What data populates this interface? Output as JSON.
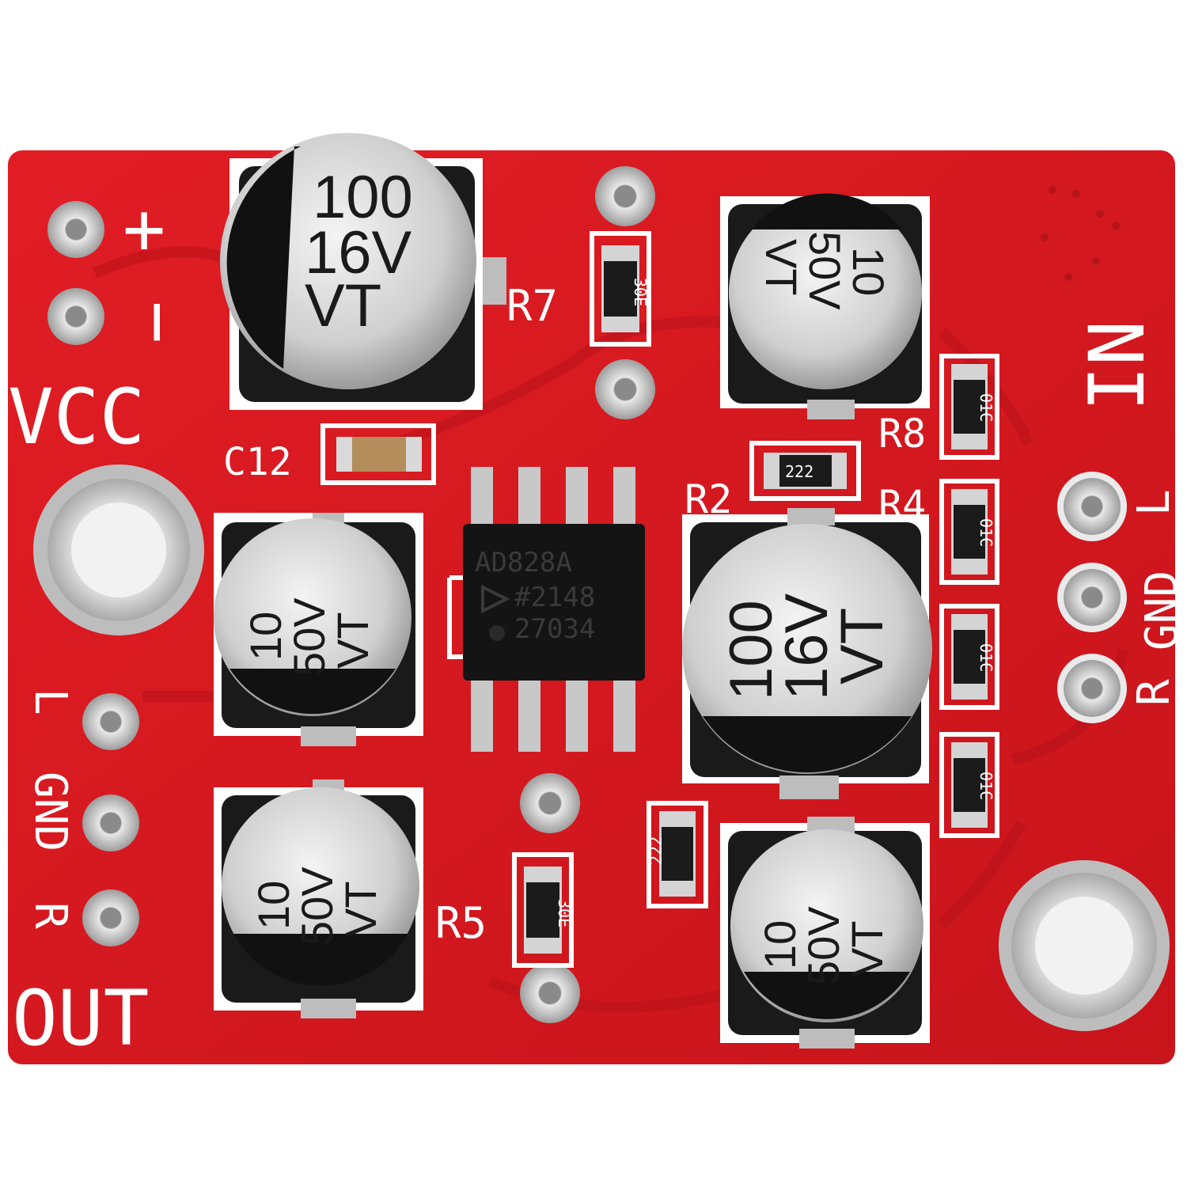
{
  "board": {
    "pcb_color": "#d81820",
    "silk_color": "#ffffff",
    "pad_color": "#c9c9c9"
  },
  "labels": {
    "plus": "+",
    "minus": "−",
    "vcc": "VCC",
    "in": "IN",
    "in_l": "L",
    "in_gnd": "GND",
    "in_r": "R",
    "out_l": "L",
    "out_gnd": "GND",
    "out_r": "R",
    "out": "OUT",
    "c12": "C12",
    "r7": "R7",
    "r8": "R8",
    "r2": "R2",
    "r4": "R4",
    "r5": "R5"
  },
  "chip": {
    "line1": "AD828A",
    "line2": "#2148",
    "line3": "27034"
  },
  "capacitors": {
    "c_big_top": {
      "v1": "100",
      "v2": "16V",
      "v3": "VT"
    },
    "c_top_right": {
      "v1": "10",
      "v2": "50V",
      "v3": "VT"
    },
    "c_mid_left": {
      "v1": "10",
      "v2": "50V",
      "v3": "VT"
    },
    "c_big_right": {
      "v1": "100",
      "v2": "16V",
      "v3": "VT"
    },
    "c_bottom_left": {
      "v1": "10",
      "v2": "50V",
      "v3": "VT"
    },
    "c_bottom_right": {
      "v1": "10",
      "v2": "50V",
      "v3": "VT"
    }
  },
  "resistors": {
    "r7_code": "30E",
    "r5_code": "30E",
    "r2_code": "222",
    "r_lower_code": "222",
    "r8_code": "01C",
    "r4_code": "01C",
    "r_mid_code": "01C",
    "r_low_code": "01C"
  }
}
